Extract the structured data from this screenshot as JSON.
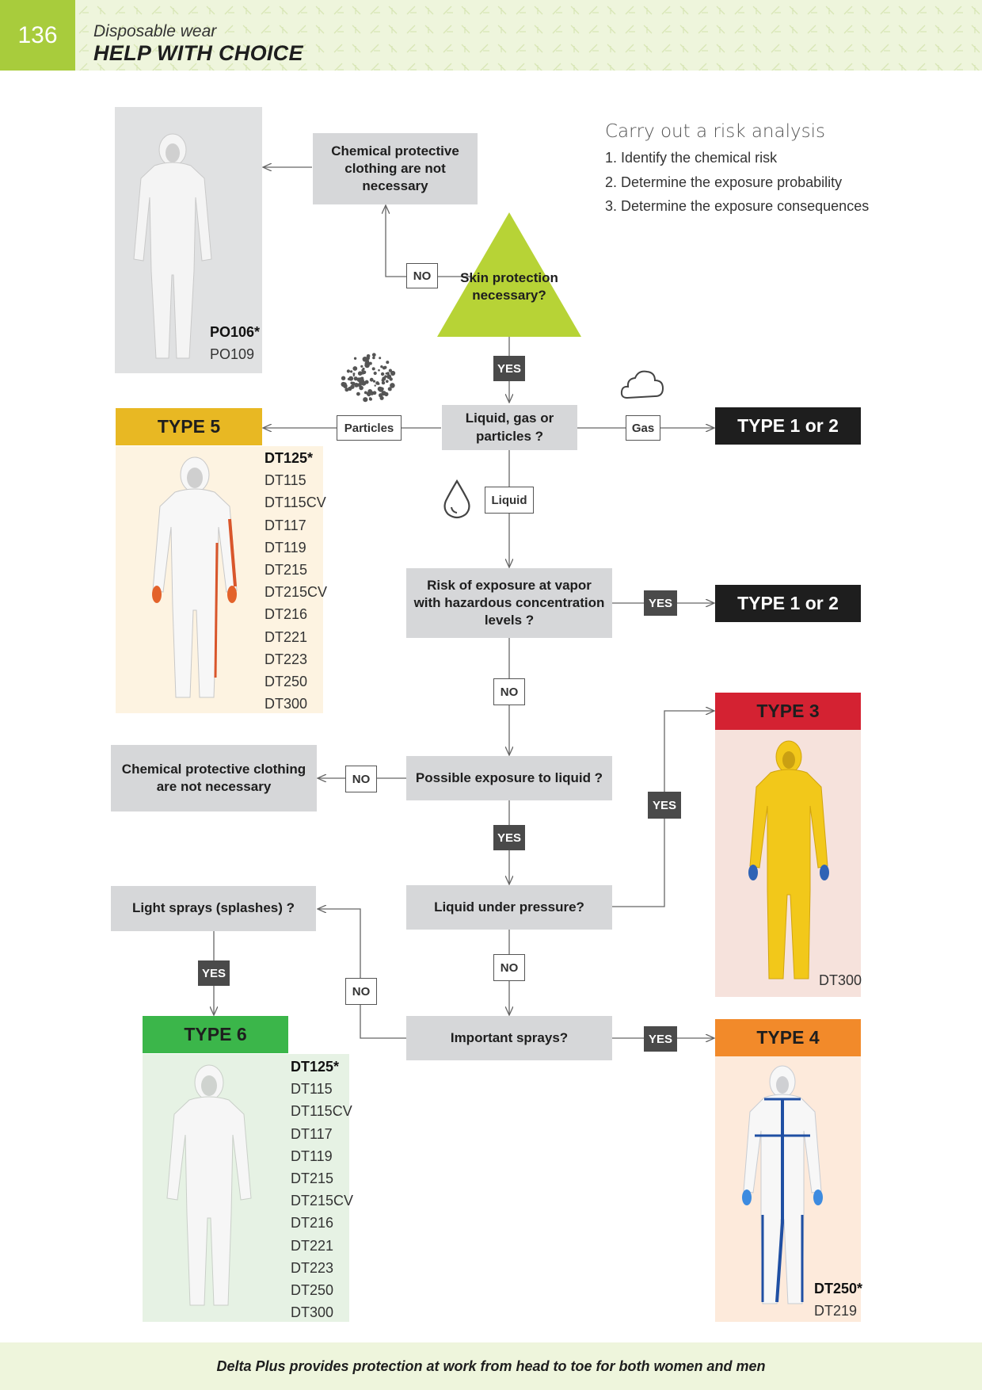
{
  "header": {
    "page_number": "136",
    "section": "Disposable wear",
    "title": "HELP WITH CHOICE"
  },
  "risk_analysis": {
    "heading": "Carry out a risk analysis",
    "steps": [
      "1. Identify the chemical risk",
      "2. Determine the exposure probability",
      "3. Determine the exposure consequences"
    ]
  },
  "nodes": {
    "not_necessary_top": "Chemical protective clothing are not necessary",
    "skin_protection": "Skin protection necessary?",
    "liquid_gas_particles": "Liquid, gas or particles ?",
    "vapor_risk": "Risk of exposure at vapor with hazardous concentration levels ?",
    "possible_exposure": "Possible exposure to liquid ?",
    "not_necessary_left": "Chemical protective clothing are not necessary",
    "liquid_pressure": "Liquid under pressure?",
    "light_sprays": "Light sprays (splashes) ?",
    "important_sprays": "Important sprays?"
  },
  "labels": {
    "no": "NO",
    "yes": "YES",
    "particles": "Particles",
    "gas": "Gas",
    "liquid": "Liquid"
  },
  "types": {
    "type5": "TYPE 5",
    "type1or2": "TYPE 1 or 2",
    "type3": "TYPE 3",
    "type4": "TYPE 4",
    "type6": "TYPE 6"
  },
  "models": {
    "top": [
      "PO106*",
      "PO109"
    ],
    "type5": [
      "DT125*",
      "DT115",
      "DT115CV",
      "DT117",
      "DT119",
      "DT215",
      "DT215CV",
      "DT216",
      "DT221",
      "DT223",
      "DT250",
      "DT300"
    ],
    "type3": [
      "DT300"
    ],
    "type6": [
      "DT125*",
      "DT115",
      "DT115CV",
      "DT117",
      "DT119",
      "DT215",
      "DT215CV",
      "DT216",
      "DT221",
      "DT223",
      "DT250",
      "DT300"
    ],
    "type4": [
      "DT250*",
      "DT219"
    ]
  },
  "colors": {
    "brand_green": "#a8cc3c",
    "type5": "#e8b823",
    "type1or2": "#1e1e1e",
    "type3": "#d42232",
    "type4": "#f28a2a",
    "type6": "#3bb64a",
    "triangle": "#b7d336"
  },
  "icons": {
    "particles": "particles-icon",
    "gas": "cloud-icon",
    "liquid": "droplet-icon",
    "suit": "coverall-icon"
  },
  "footer": {
    "text": "Delta Plus provides protection at work from head to toe for both women and men"
  }
}
